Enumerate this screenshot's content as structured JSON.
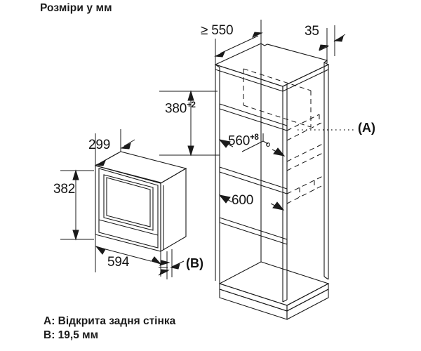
{
  "title": "Розміри у мм",
  "legend": {
    "line_a": "A: Відкрита задня стінка",
    "line_b": "B: 19,5 мм"
  },
  "references": {
    "a": "(A)",
    "b": "(B)"
  },
  "dimensions": {
    "depth_min": "≥ 550",
    "top_offset": "35",
    "niche_height": "380",
    "niche_height_tol": "+2",
    "niche_width": "560",
    "niche_width_tol": "+8",
    "lower_height": "600",
    "appliance_depth": "299",
    "appliance_height": "382",
    "appliance_width": "594"
  },
  "colors": {
    "line": "#1a1a1a",
    "background": "#ffffff",
    "text": "#141414"
  },
  "chart_data": {
    "type": "table",
    "title": "Розміри у мм",
    "categories": [
      "≥ 550",
      "35",
      "380+2",
      "560+8",
      "600",
      "299",
      "382",
      "594",
      "19,5"
    ],
    "values": [
      550,
      35,
      380,
      560,
      600,
      299,
      382,
      594,
      19.5
    ],
    "xlabel": "",
    "ylabel": "мм"
  }
}
